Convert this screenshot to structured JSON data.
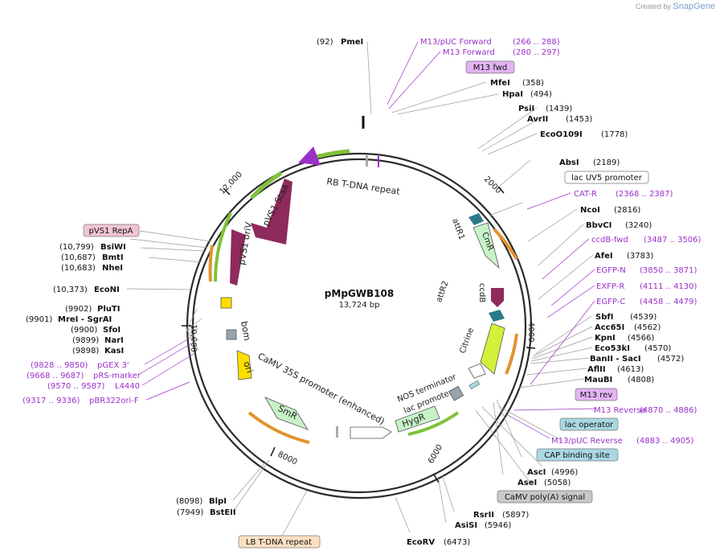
{
  "brand": {
    "created_by": "Created by",
    "name": "SnapGene"
  },
  "plasmid": {
    "name": "pMpGWB108",
    "length": "13,724 bp",
    "total_bp": 13724
  },
  "ticks": [
    {
      "bp": 2000,
      "label": "2000"
    },
    {
      "bp": 4000,
      "label": "4000"
    },
    {
      "bp": 6000,
      "label": "6000"
    },
    {
      "bp": 8000,
      "label": "8000"
    },
    {
      "bp": 10000,
      "label": "10,000"
    },
    {
      "bp": 12000,
      "label": "12,000"
    }
  ],
  "sites": [
    {
      "enzyme": "PmeI",
      "pos": "(92)",
      "side": "left"
    },
    {
      "enzyme": "MfeI",
      "pos": "(358)",
      "side": "right"
    },
    {
      "enzyme": "HpaI",
      "pos": "(494)",
      "side": "right"
    },
    {
      "enzyme": "PsiI",
      "pos": "(1439)",
      "side": "right"
    },
    {
      "enzyme": "AvrII",
      "pos": "(1453)",
      "side": "right"
    },
    {
      "enzyme": "EcoO109I",
      "pos": "(1778)",
      "side": "right"
    },
    {
      "enzyme": "AbsI",
      "pos": "(2189)",
      "side": "right"
    },
    {
      "enzyme": "NcoI",
      "pos": "(2816)",
      "side": "right"
    },
    {
      "enzyme": "BbvCI",
      "pos": "(3240)",
      "side": "right"
    },
    {
      "enzyme": "AfeI",
      "pos": "(3783)",
      "side": "right"
    },
    {
      "enzyme": "SbfI",
      "pos": "(4539)",
      "side": "right"
    },
    {
      "enzyme": "Acc65I",
      "pos": "(4562)",
      "side": "right"
    },
    {
      "enzyme": "KpnI",
      "pos": "(4566)",
      "side": "right"
    },
    {
      "enzyme": "Eco53kI",
      "pos": "(4570)",
      "side": "right"
    },
    {
      "enzyme": "BanII - SacI",
      "pos": "(4572)",
      "side": "right"
    },
    {
      "enzyme": "AflII",
      "pos": "(4613)",
      "side": "right"
    },
    {
      "enzyme": "MauBI",
      "pos": "(4808)",
      "side": "right"
    },
    {
      "enzyme": "AscI",
      "pos": "(4996)",
      "side": "right"
    },
    {
      "enzyme": "AseI",
      "pos": "(5058)",
      "side": "right"
    },
    {
      "enzyme": "RsrII",
      "pos": "(5897)",
      "side": "right"
    },
    {
      "enzyme": "AsiSI",
      "pos": "(5946)",
      "side": "right"
    },
    {
      "enzyme": "EcoRV",
      "pos": "(6473)",
      "side": "left"
    },
    {
      "enzyme": "BlpI",
      "pos": "(8098)",
      "side": "left"
    },
    {
      "enzyme": "BstEII",
      "pos": "(7949)",
      "side": "left"
    },
    {
      "enzyme": "KasI",
      "pos": "(9898)",
      "side": "left"
    },
    {
      "enzyme": "NarI",
      "pos": "(9899)",
      "side": "left"
    },
    {
      "enzyme": "SfoI",
      "pos": "(9900)",
      "side": "left"
    },
    {
      "enzyme": "MreI - SgrAI",
      "pos": "(9901)",
      "side": "left"
    },
    {
      "enzyme": "PluTI",
      "pos": "(9902)",
      "side": "left"
    },
    {
      "enzyme": "EcoNI",
      "pos": "(10,373)",
      "side": "left"
    },
    {
      "enzyme": "NheI",
      "pos": "(10,683)",
      "side": "left"
    },
    {
      "enzyme": "BmtI",
      "pos": "(10,687)",
      "side": "left"
    },
    {
      "enzyme": "BsiWI",
      "pos": "(10,799)",
      "side": "left"
    }
  ],
  "primers": [
    {
      "name": "M13/pUC Forward",
      "range": "(266 .. 288)",
      "side": "right"
    },
    {
      "name": "M13 Forward",
      "range": "(280 .. 297)",
      "side": "right"
    },
    {
      "name": "CAT-R",
      "range": "(2368 .. 2387)",
      "side": "right"
    },
    {
      "name": "ccdB-fwd",
      "range": "(3487 .. 3506)",
      "side": "right"
    },
    {
      "name": "EGFP-N",
      "range": "(3850 .. 3871)",
      "side": "right"
    },
    {
      "name": "EXFP-R",
      "range": "(4111 .. 4130)",
      "side": "right"
    },
    {
      "name": "EGFP-C",
      "range": "(4458 .. 4479)",
      "side": "right"
    },
    {
      "name": "M13 Reverse",
      "range": "(4870 .. 4886)",
      "side": "right"
    },
    {
      "name": "M13/pUC Reverse",
      "range": "(4883 .. 4905)",
      "side": "right"
    },
    {
      "name": "pGEX 3'",
      "range": "(9828 .. 9850)",
      "side": "left"
    },
    {
      "name": "pRS-marker",
      "range": "(9668 .. 9687)",
      "side": "left"
    },
    {
      "name": "L4440",
      "range": "(9570 .. 9587)",
      "side": "left"
    },
    {
      "name": "pBR322ori-F",
      "range": "(9317 .. 9336)",
      "side": "left"
    }
  ],
  "boxed_labels": [
    {
      "label": "M13 fwd",
      "kind": "primer-bind"
    },
    {
      "label": "lac UV5 promoter",
      "kind": "promoter"
    },
    {
      "label": "M13 rev",
      "kind": "primer-bind"
    },
    {
      "label": "lac operator",
      "kind": "protein-bind"
    },
    {
      "label": "CAP binding site",
      "kind": "protein-bind"
    },
    {
      "label": "CaMV poly(A) signal",
      "kind": "terminator"
    },
    {
      "label": "LB T-DNA repeat",
      "kind": "repeat"
    },
    {
      "label": "pVS1 RepA",
      "kind": "cds"
    }
  ],
  "features": [
    {
      "label": "RB T-DNA repeat",
      "kind": "repeat"
    },
    {
      "label": "pVS1 StaA",
      "kind": "cds"
    },
    {
      "label": "pVS1 oriV",
      "kind": "cds"
    },
    {
      "label": "bom",
      "kind": "misc"
    },
    {
      "label": "ori",
      "kind": "origin"
    },
    {
      "label": "CaMV 35S promoter (enhanced)",
      "kind": "promoter"
    },
    {
      "label": "SmR",
      "kind": "marker"
    },
    {
      "label": "HygR",
      "kind": "marker"
    },
    {
      "label": "NOS terminator",
      "kind": "terminator"
    },
    {
      "label": "lac promoter",
      "kind": "promoter"
    },
    {
      "label": "attR1",
      "kind": "recombination"
    },
    {
      "label": "CmR",
      "kind": "marker"
    },
    {
      "label": "ccdB",
      "kind": "cds"
    },
    {
      "label": "attR2",
      "kind": "recombination"
    },
    {
      "label": "Citrine",
      "kind": "cds"
    }
  ],
  "colors": {
    "backbone": "#2b2b2b",
    "enzyme_text": "#111111",
    "primer": "#9b30c8",
    "cds": "#8e2a5c",
    "marker": "#c7f2c7",
    "promoter_green": "#7fc23a",
    "orange_arc": "#e1932c",
    "ori": "#ffde00",
    "citrine": "#d4f03a",
    "attR": "#2a7b8a",
    "lb_box": "#fde0c2",
    "repA_box": "#f2c5d3",
    "m13_box": "#e3b3f2",
    "operator_box": "#a9d8e3",
    "polyA_box": "#c8c8c8"
  }
}
